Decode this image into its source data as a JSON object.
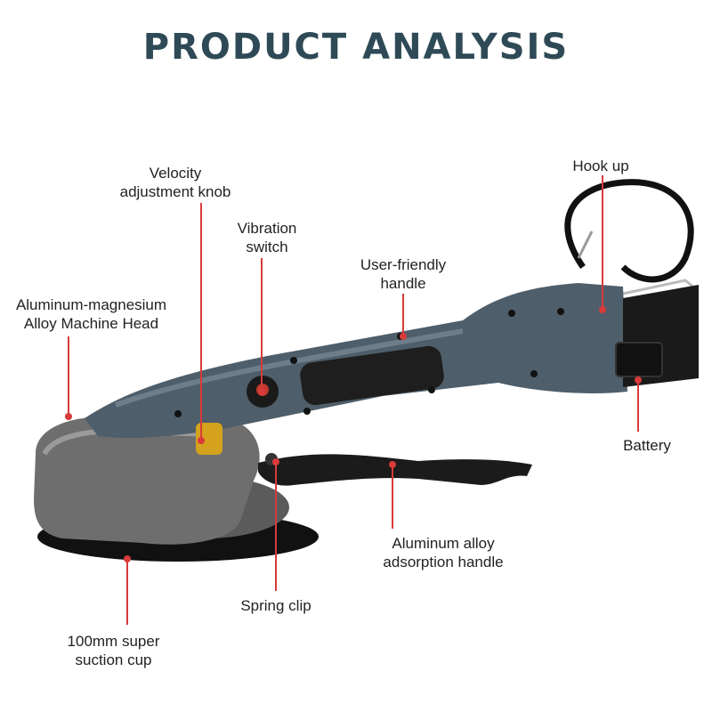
{
  "title": "PRODUCT ANALYSIS",
  "accent_color": "#d93a3a",
  "labels": {
    "velocity_knob": [
      "Velocity",
      "adjustment knob"
    ],
    "hook_up": [
      "Hook up"
    ],
    "vibration_switch": [
      "Vibration",
      "switch"
    ],
    "handle": [
      "User-friendly",
      "handle"
    ],
    "machine_head": [
      "Aluminum-magnesium",
      "Alloy Machine Head"
    ],
    "battery": [
      "Battery"
    ],
    "adsorption_handle": [
      "Aluminum alloy",
      "adsorption handle"
    ],
    "spring_clip": [
      "Spring clip"
    ],
    "suction_cup": [
      "100mm super",
      "suction cup"
    ]
  }
}
